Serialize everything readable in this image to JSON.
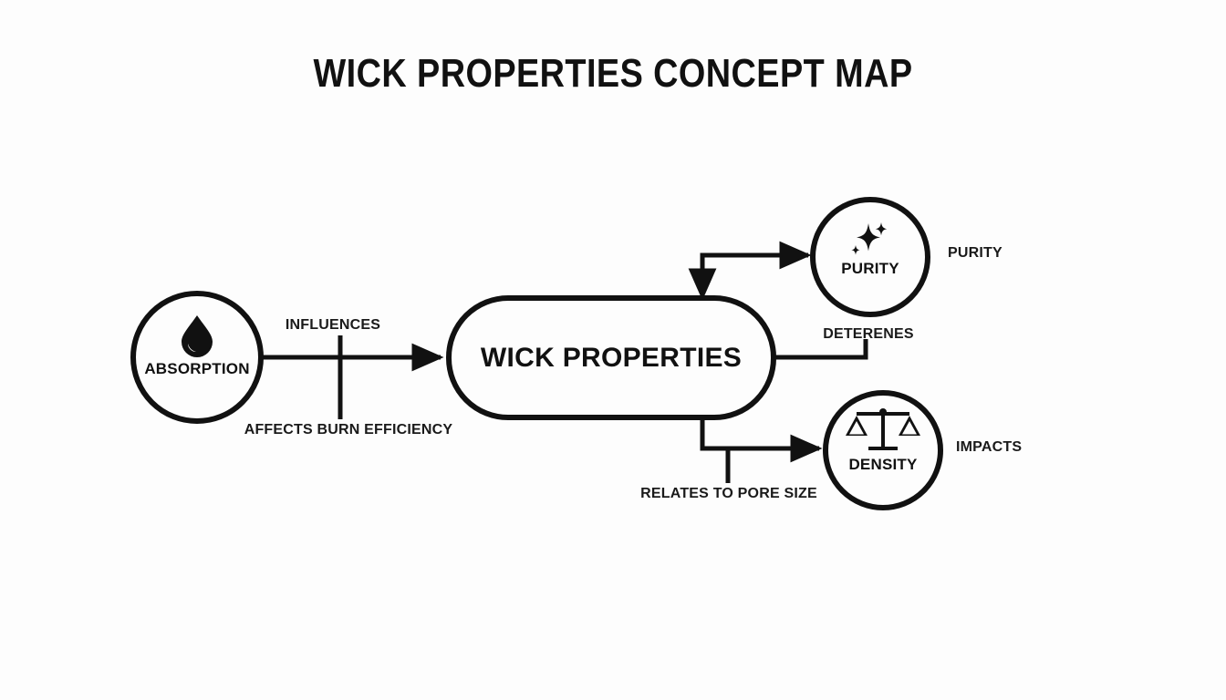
{
  "title": "WICK PROPERTIES CONCEPT MAP",
  "background_color": "#fdfdfd",
  "stroke_color": "#111111",
  "nodes": {
    "absorption": {
      "label": "ABSORPTION",
      "icon": "water-drop-icon",
      "shape": "circle"
    },
    "center": {
      "label": "WICK PROPERTIES",
      "shape": "rounded-rectangle"
    },
    "purity": {
      "label": "PURITY",
      "icon": "sparkle-icon",
      "shape": "circle"
    },
    "density": {
      "label": "DENSITY",
      "icon": "balance-scale-icon",
      "shape": "circle"
    }
  },
  "edge_labels": {
    "influences": "INFLUENCES",
    "affects_burn_efficiency": "AFFECTS BURN EFFICIENCY",
    "deterenes": "DETERENES",
    "relates_to_pore_size": "RELATES TO PORE SIZE",
    "purity_side": "PURITY",
    "impacts": "IMPACTS"
  }
}
